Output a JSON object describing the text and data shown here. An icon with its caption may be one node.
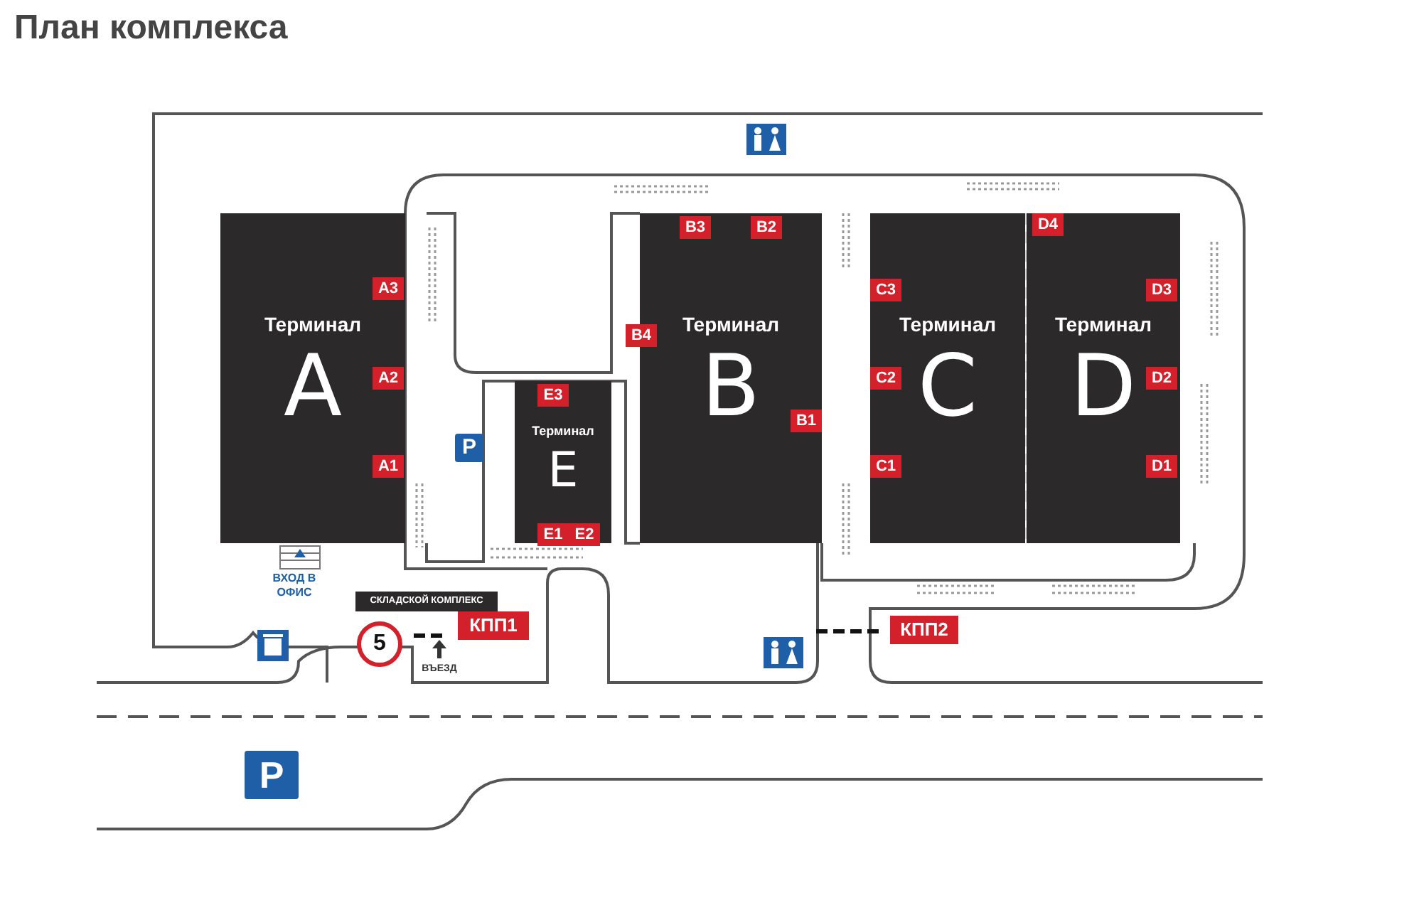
{
  "diagram": {
    "title": "План комплекса",
    "nodes": [
      {
        "text": [
          "Терминал",
          "A"
        ]
      },
      {
        "text": [
          "Терминал",
          "B"
        ]
      },
      {
        "text": [
          "Терминал",
          "C"
        ]
      },
      {
        "text": [
          "Терминал",
          "D"
        ]
      },
      {
        "text": [
          "Терминал",
          "E"
        ]
      }
    ],
    "labels": [
      "A3",
      "B3",
      "B2",
      "D4",
      "C3",
      "D3",
      "B4",
      "A2",
      "C2",
      "D2",
      "B1",
      "E3",
      "P",
      "A1",
      "C1",
      "D1",
      "E1",
      "E2",
      "ВХОД В ОФИС",
      "СКЛАДСКОЙ КОМПЛЕКС",
      "5",
      "КПП1",
      "КПП2",
      "ВЪЕЗД",
      "P"
    ]
  }
}
